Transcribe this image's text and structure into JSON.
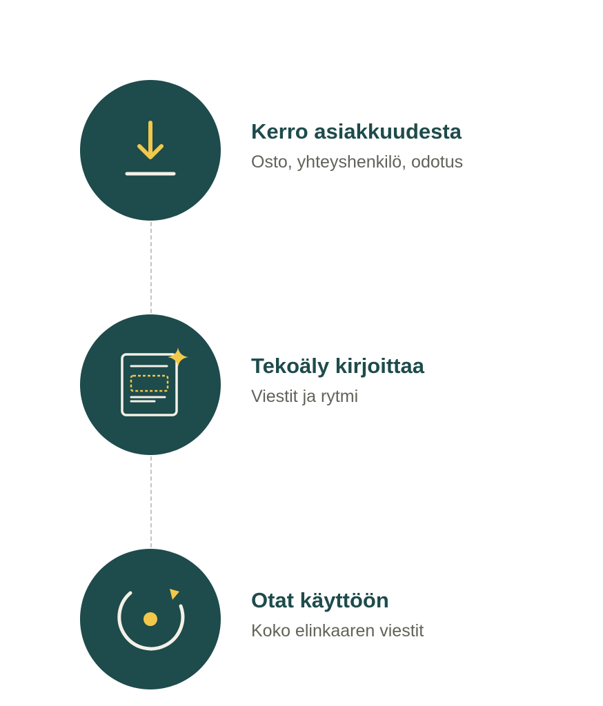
{
  "colors": {
    "circle_bg": "#1e4b4b",
    "accent_yellow": "#f2c84b",
    "icon_white": "#f4f1e8",
    "title_text": "#1e4b4b",
    "subtitle_text": "#62625a",
    "connector": "#c3c3c3"
  },
  "steps": [
    {
      "icon": "download-icon",
      "title": "Kerro asiakkuudesta",
      "subtitle": "Osto, yhteyshenkilö, odotus"
    },
    {
      "icon": "ai-document-sparkle-icon",
      "title": "Tekoäly kirjoittaa",
      "subtitle": "Viestit ja rytmi"
    },
    {
      "icon": "lifecycle-cycle-icon",
      "title": "Otat käyttöön",
      "subtitle": "Koko elinkaaren viestit"
    }
  ]
}
